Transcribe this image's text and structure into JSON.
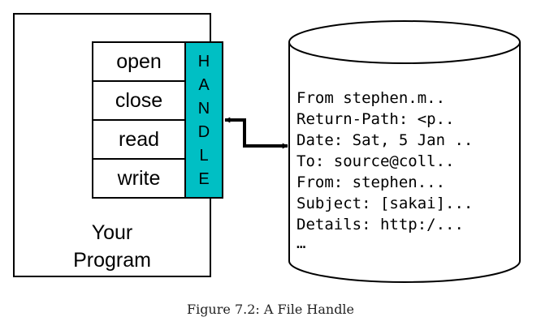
{
  "program": {
    "label_line1": "Your",
    "label_line2": "Program",
    "operations": [
      "open",
      "close",
      "read",
      "write"
    ]
  },
  "handle": {
    "letters": [
      "H",
      "A",
      "N",
      "D",
      "L",
      "E"
    ],
    "color": "#00bfc4"
  },
  "file": {
    "lines": [
      "From stephen.m..",
      "Return-Path: <p..",
      "Date: Sat, 5 Jan ..",
      "To: source@coll..",
      "From: stephen...",
      "Subject: [sakai]...",
      "Details: http:/...",
      "…"
    ]
  },
  "connector": {
    "icon": "double-headed-arrow-icon"
  },
  "caption": "Figure 7.2: A File Handle"
}
